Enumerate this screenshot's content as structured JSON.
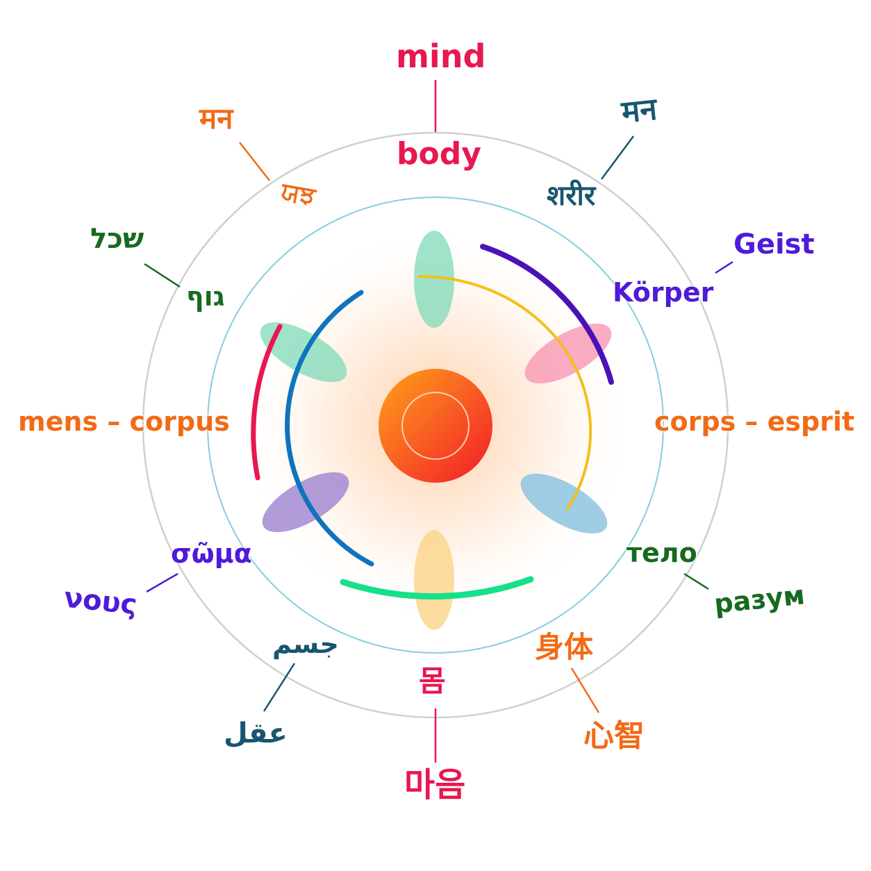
{
  "colors": {
    "outer_ring": "#cfcfcf",
    "inner_ring": "#7fc9dc",
    "core": "#ff5a1f",
    "glow": "#ffd9bd",
    "pink": "#e8174f",
    "orange": "#f26a16",
    "teal": "#17566e",
    "green": "#166a1f",
    "violet": "#4f1ad9",
    "arc_purple": "#4a12b8",
    "arc_yellow": "#f2c01a",
    "arc_blue": "#0f74bd",
    "arc_red": "#e8174f",
    "arc_green": "#16e08a",
    "petal_green": "#7fd9b8",
    "petal_pink": "#f797b3",
    "petal_blue": "#8ec4e2",
    "petal_yellow": "#fcd68e",
    "petal_purple": "#a58ad2"
  },
  "labels": {
    "en_outer": "mind",
    "en_inner": "body",
    "hi_outer_right": "मन",
    "hi_inner_right": "शरीर",
    "de_outer": "Geist",
    "de_inner": "Körper",
    "fr_pair": "corps – esprit",
    "ru_inner": "тело",
    "ru_outer": "разум",
    "zh_inner": "身体",
    "zh_outer": "心智",
    "ko_inner": "몸",
    "ko_outer": "마음",
    "ar_inner": "جسم",
    "ar_outer": "عقل",
    "el_inner": "σῶμα",
    "el_outer": "νους",
    "la_pair": "mens – corpus",
    "he_outer": "שכל",
    "he_inner": "גוף",
    "pa_outer": "मन",
    "pa_inner": "ਯਝ"
  }
}
